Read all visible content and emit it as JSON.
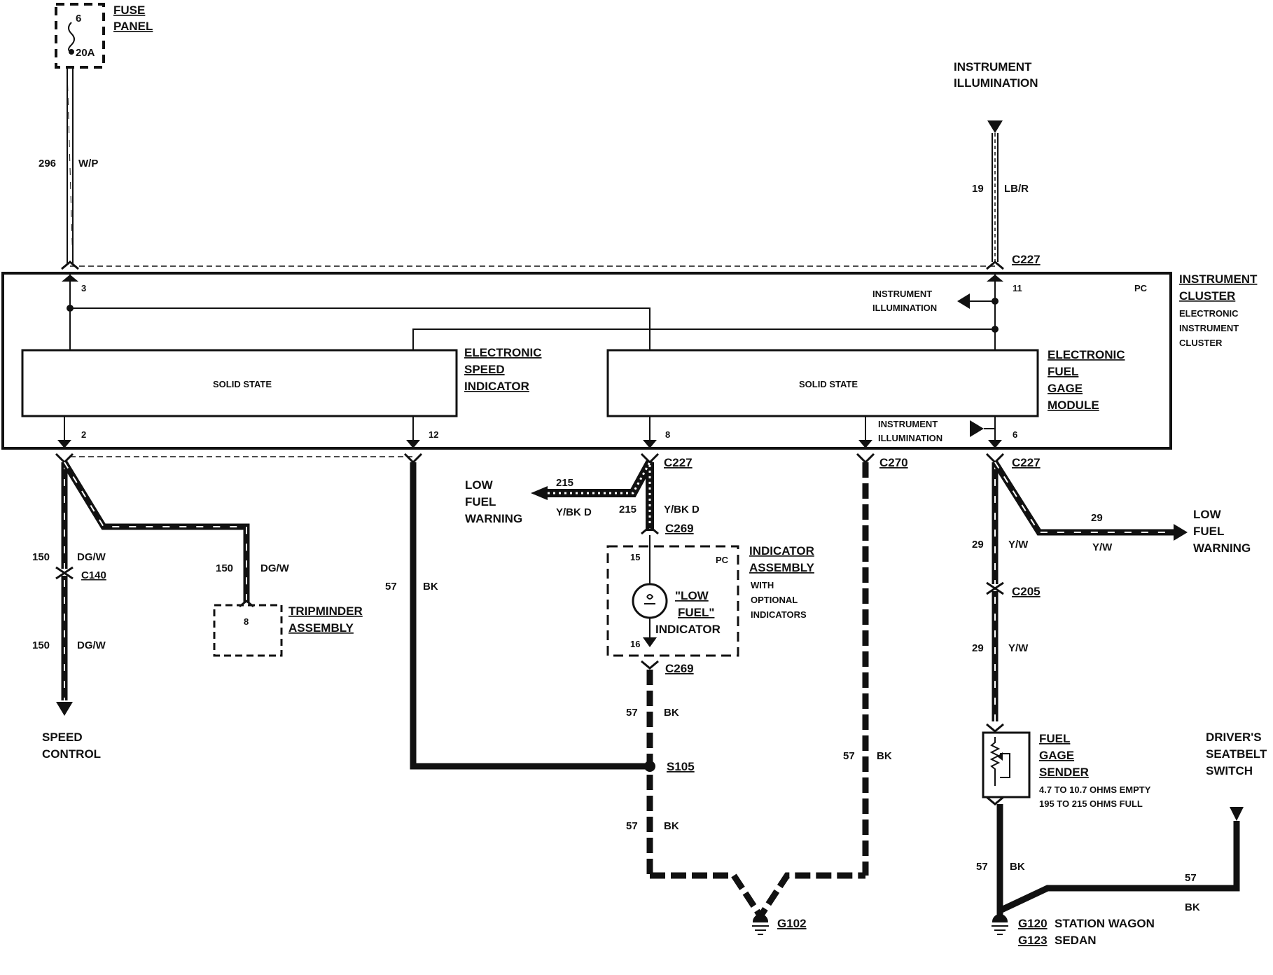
{
  "fuse_panel": {
    "title_line1": "FUSE",
    "title_line2": "PANEL",
    "fuse_number": "6",
    "fuse_rating": "20A"
  },
  "wires": {
    "w296": {
      "circuit": "296",
      "color": "W/P"
    },
    "w19": {
      "circuit": "19",
      "color": "LB/R"
    },
    "w150a": {
      "circuit": "150",
      "color": "DG/W"
    },
    "w150b": {
      "circuit": "150",
      "color": "DG/W"
    },
    "w150c": {
      "circuit": "150",
      "color": "DG/W"
    },
    "w57_speed": {
      "circuit": "57",
      "color": "BK"
    },
    "w215a": {
      "circuit": "215",
      "color": "Y/BK D"
    },
    "w215b": {
      "circuit": "215",
      "color": "Y/BK D"
    },
    "w57_ind": {
      "circuit": "57",
      "color": "BK"
    },
    "w57_s105": {
      "circuit": "57",
      "color": "BK"
    },
    "w57_c270": {
      "circuit": "57",
      "color": "BK"
    },
    "w29a": {
      "circuit": "29",
      "color": "Y/W"
    },
    "w29b": {
      "circuit": "29",
      "color": "Y/W"
    },
    "w29c": {
      "circuit": "29",
      "color": "Y/W"
    },
    "w57_sender": {
      "circuit": "57",
      "color": "BK"
    },
    "w57_seatbelt": {
      "circuit": "57",
      "color": "BK"
    }
  },
  "connectors": {
    "c227_top": "C227",
    "c227_a": "C227",
    "c227_b": "C227",
    "c269_top": "C269",
    "c269_bot": "C269",
    "c270": "C270",
    "c140": "C140",
    "c205": "C205",
    "s105": "S105"
  },
  "pins": {
    "p3": "3",
    "p11": "11",
    "p2": "2",
    "p12": "12",
    "p8": "8",
    "p6": "6",
    "p15": "15",
    "p16": "16",
    "p8_trip": "8"
  },
  "cluster": {
    "pc": "PC",
    "title_line1": "INSTRUMENT",
    "title_line2": "CLUSTER",
    "sub_line1": "ELECTRONIC",
    "sub_line2": "INSTRUMENT",
    "sub_line3": "CLUSTER",
    "illum_in_line1": "INSTRUMENT",
    "illum_in_line2": "ILLUMINATION",
    "illum_out_line1": "INSTRUMENT",
    "illum_out_line2": "ILLUMINATION"
  },
  "speed_indicator": {
    "box_text": "SOLID STATE",
    "line1": "ELECTRONIC",
    "line2": "SPEED",
    "line3": "INDICATOR"
  },
  "fuel_module": {
    "box_text": "SOLID STATE",
    "line1": "ELECTRONIC",
    "line2": "FUEL",
    "line3": "GAGE",
    "line4": "MODULE"
  },
  "instrument_illumination_top": {
    "line1": "INSTRUMENT",
    "line2": "ILLUMINATION"
  },
  "low_fuel_warning_left": {
    "line1": "LOW",
    "line2": "FUEL",
    "line3": "WARNING"
  },
  "low_fuel_warning_right": {
    "line1": "LOW",
    "line2": "FUEL",
    "line3": "WARNING"
  },
  "indicator_assembly": {
    "pc": "PC",
    "title_line1": "INDICATOR",
    "title_line2": "ASSEMBLY",
    "sub_line1": "WITH",
    "sub_line2": "OPTIONAL",
    "sub_line3": "INDICATORS",
    "lamp_line1": "\"LOW",
    "lamp_line2": "FUEL\"",
    "lamp_line3": "INDICATOR"
  },
  "tripminder": {
    "line1": "TRIPMINDER",
    "line2": "ASSEMBLY"
  },
  "speed_control": {
    "line1": "SPEED",
    "line2": "CONTROL"
  },
  "fuel_sender": {
    "line1": "FUEL",
    "line2": "GAGE",
    "line3": "SENDER",
    "spec_line1": "4.7 TO 10.7 OHMS EMPTY",
    "spec_line2": "195 TO 215 OHMS FULL"
  },
  "seatbelt_switch": {
    "line1": "DRIVER'S",
    "line2": "SEATBELT",
    "line3": "SWITCH"
  },
  "grounds": {
    "g102": "G102",
    "g120": "G120",
    "g120_desc": "STATION WAGON",
    "g123": "G123",
    "g123_desc": "SEDAN"
  }
}
